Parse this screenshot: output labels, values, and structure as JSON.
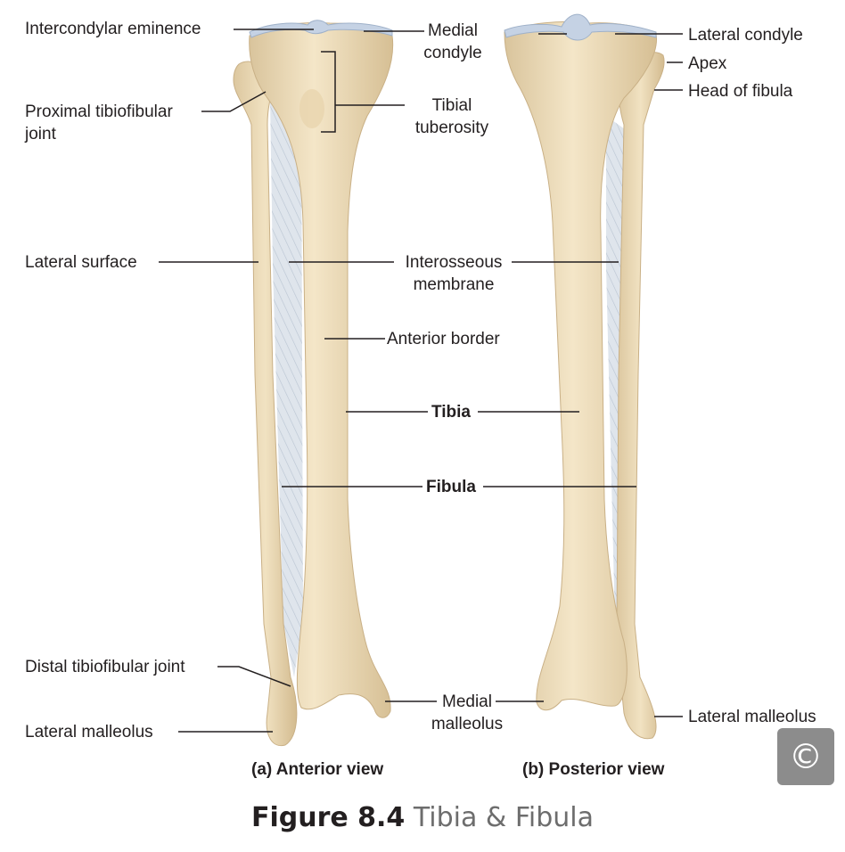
{
  "labels": {
    "intercondylar_eminence": "Intercondylar eminence",
    "medial_condyle": [
      "Medial",
      "condyle"
    ],
    "lateral_condyle": "Lateral condyle",
    "apex": "Apex",
    "head_of_fibula": "Head of fibula",
    "proximal_tibiofibular_joint": [
      "Proximal tibiofibular",
      "joint"
    ],
    "tibial_tuberosity": [
      "Tibial",
      "tuberosity"
    ],
    "lateral_surface": "Lateral surface",
    "interosseous_membrane": [
      "Interosseous",
      "membrane"
    ],
    "anterior_border": "Anterior border",
    "tibia": "Tibia",
    "fibula": "Fibula",
    "distal_tibiofibular_joint": "Distal tibiofibular joint",
    "medial_malleolus": [
      "Medial",
      "malleolus"
    ],
    "lateral_malleolus_left": "Lateral malleolus",
    "lateral_malleolus_right": "Lateral malleolus"
  },
  "views": {
    "anterior": "(a) Anterior view",
    "posterior": "(b) Posterior view"
  },
  "caption": {
    "number": "Figure 8.4",
    "title": "Tibia & Fibula"
  },
  "badge": "©",
  "colors": {
    "bone": "#eedcb8",
    "bone_shadow": "#d4bd92",
    "cartilage": "#c5d2e4",
    "membrane": "#cfd8e2",
    "leader": "#231f20",
    "badge": "#8c8c8c"
  }
}
